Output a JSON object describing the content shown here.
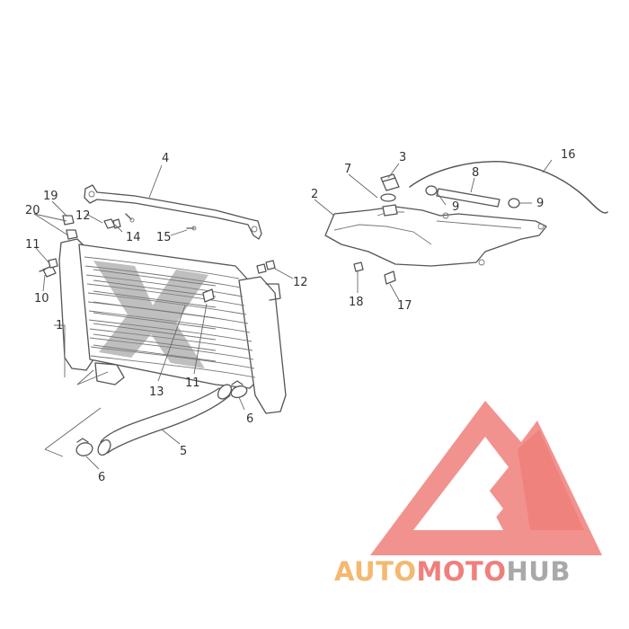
{
  "callouts": [
    {
      "id": "p1",
      "text": "1"
    },
    {
      "id": "p2",
      "text": "2"
    },
    {
      "id": "p3",
      "text": "3"
    },
    {
      "id": "p4",
      "text": "4"
    },
    {
      "id": "p5",
      "text": "5"
    },
    {
      "id": "p6a",
      "text": "6"
    },
    {
      "id": "p6b",
      "text": "6"
    },
    {
      "id": "p7",
      "text": "7"
    },
    {
      "id": "p8",
      "text": "8"
    },
    {
      "id": "p9a",
      "text": "9"
    },
    {
      "id": "p9b",
      "text": "9"
    },
    {
      "id": "p10",
      "text": "10"
    },
    {
      "id": "p11a",
      "text": "11"
    },
    {
      "id": "p11b",
      "text": "11"
    },
    {
      "id": "p12a",
      "text": "12"
    },
    {
      "id": "p12b",
      "text": "12"
    },
    {
      "id": "p13",
      "text": "13"
    },
    {
      "id": "p14",
      "text": "14"
    },
    {
      "id": "p15",
      "text": "15"
    },
    {
      "id": "p16",
      "text": "16"
    },
    {
      "id": "p17",
      "text": "17"
    },
    {
      "id": "p18",
      "text": "18"
    },
    {
      "id": "p19",
      "text": "19"
    },
    {
      "id": "p20",
      "text": "20"
    }
  ],
  "watermark": {
    "brand_parts": [
      "AUTO",
      "MOTO",
      "HUB"
    ],
    "colors": {
      "logo_red": "#f07f7a",
      "auto": "#f5b870",
      "moto": "#f07f7a",
      "hub": "#a9a9a9"
    }
  },
  "colors": {
    "line": "#555555",
    "label": "#333333"
  }
}
